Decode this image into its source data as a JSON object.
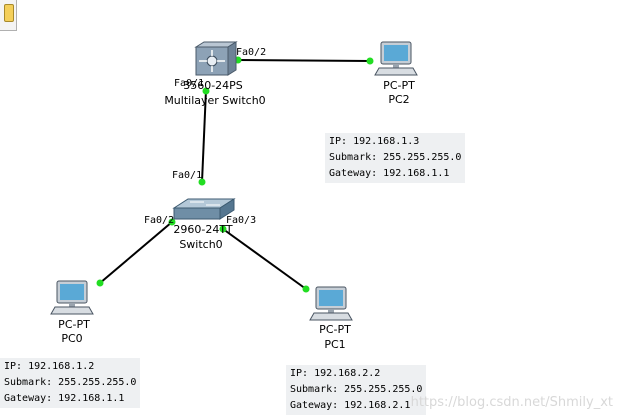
{
  "devices": {
    "ms": {
      "type_label": "3560-24PS",
      "name": "Multilayer Switch0"
    },
    "pc2": {
      "type_label": "PC-PT",
      "name": "PC2"
    },
    "sw": {
      "type_label": "2960-24TT",
      "name": "Switch0"
    },
    "pc0": {
      "type_label": "PC-PT",
      "name": "PC0"
    },
    "pc1": {
      "type_label": "PC-PT",
      "name": "PC1"
    }
  },
  "ports": {
    "ms_fa02": "Fa0/2",
    "ms_fa01": "Fa0/1",
    "sw_fa01": "Fa0/1",
    "sw_fa02": "Fa0/2",
    "sw_fa03": "Fa0/3"
  },
  "notes": {
    "pc2": {
      "ip": "IP: 192.168.1.3",
      "mask": "Submark: 255.255.255.0",
      "gateway": "Gateway: 192.168.1.1"
    },
    "pc0": {
      "ip": "IP: 192.168.1.2",
      "mask": "Submark: 255.255.255.0",
      "gateway": "Gateway: 192.168.1.1"
    },
    "pc1": {
      "ip": "IP: 192.168.2.2",
      "mask": "Submark: 255.255.255.0",
      "gateway": "Gateway: 192.168.2.1"
    }
  },
  "watermark": "https://blog.csdn.net/Shmily_xt",
  "colors": {
    "link": "#000000",
    "link_up": "#22dd22",
    "note_bg": "#eef0f2"
  }
}
